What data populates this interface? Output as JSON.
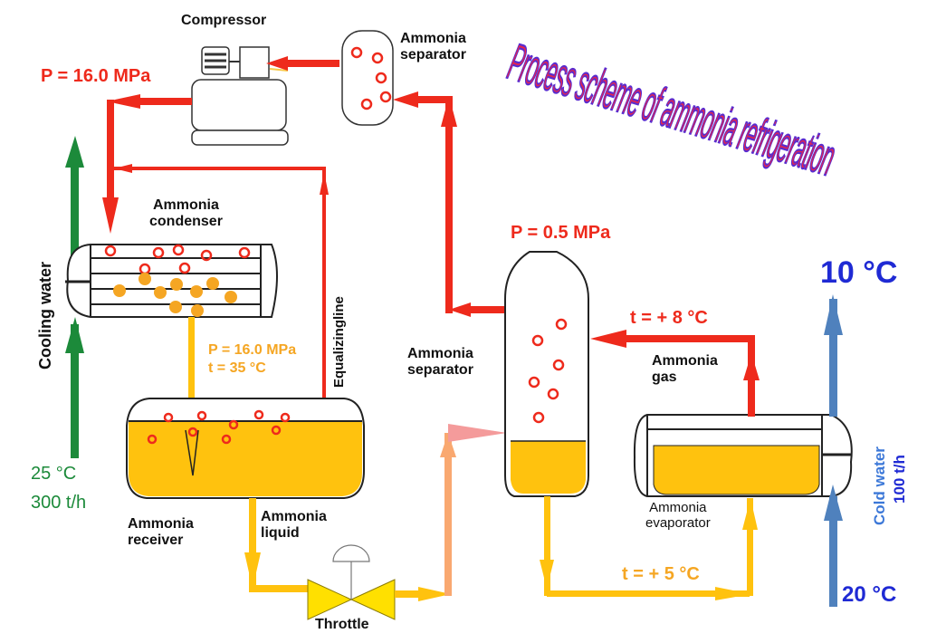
{
  "title": "Process scheme of ammonia refrigeration",
  "colors": {
    "hot_gas": "#ee2a1c",
    "liquid": "#ffc20e",
    "liquid_line": "#f5b324",
    "throttled_line": "#f9a870",
    "cooling_water": "#1c8a3a",
    "cold_water_arrow": "#4f81bd",
    "cold_water_text": "#1f2ad4",
    "valve": "#ffe000"
  },
  "components": {
    "compressor": "Compressor",
    "top_separator": "Ammonia\nseparator",
    "condenser": "Ammonia\ncondenser",
    "receiver": "Ammonia\nreceiver",
    "liquid": "Ammonia\nliquid",
    "throttle": "Throttle",
    "main_separator": "Ammonia\nseparator",
    "gas": "Ammonia\ngas",
    "evaporator": "Ammonia\nevaporator",
    "equalizing_line": "Equalizingline"
  },
  "labels": {
    "discharge_pressure": "P = 16.0 MPa",
    "receiver_pressure": "P = 16.0 MPa",
    "receiver_temp": "t = 35 °C",
    "separator_pressure": "P = 0.5 MPa",
    "gas_temp": "t = + 8 °C",
    "liquid_temp": "t = + 5 °C"
  },
  "cooling_water": {
    "label": "Cooling water",
    "inlet_temp": "25 °C",
    "flow": "300 t/h"
  },
  "cold_water": {
    "label": "Cold water",
    "flow": "100 t/h",
    "outlet_temp": "10 °C",
    "inlet_temp": "20 °C"
  }
}
